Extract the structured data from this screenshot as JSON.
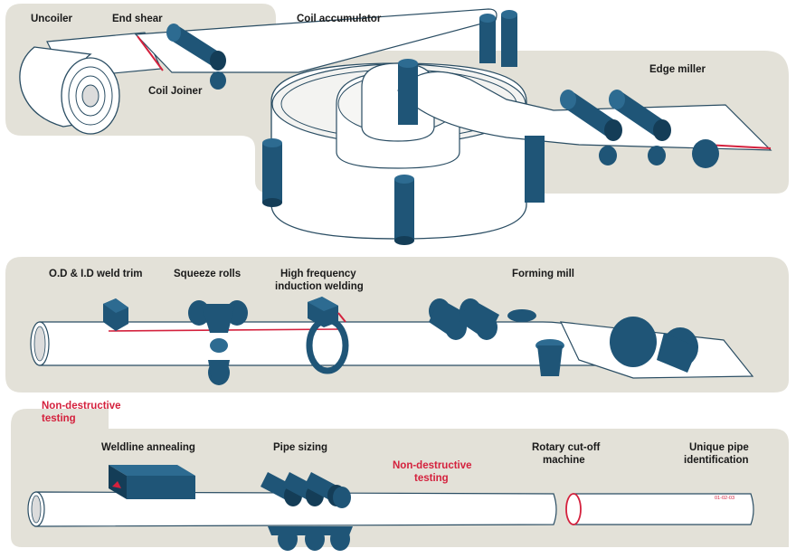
{
  "colors": {
    "background_band": "#e3e1d8",
    "roller_blue": "#1f5577",
    "roller_dark": "#143d57",
    "strip_white": "#ffffff",
    "outline": "#2a4d63",
    "weld_red": "#d4213d"
  },
  "stage1": {
    "uncoiler": "Uncoiler",
    "end_shear": "End  shear",
    "coil_joiner": "Coil Joiner",
    "coil_accumulator": "Coil accumulator",
    "edge_miller": "Edge miller"
  },
  "stage2": {
    "weld_trim": "O.D & I.D weld trim",
    "squeeze_rolls": "Squeeze rolls",
    "hf_welding_line1": "High frequency",
    "hf_welding_line2": "induction welding",
    "forming_mill": "Forming mill"
  },
  "stage3": {
    "ndt_top_line1": "Non-destructive",
    "ndt_top_line2": "testing",
    "weldline_annealing": "Weldline annealing",
    "pipe_sizing": "Pipe sizing",
    "ndt_line1": "Non-destructive",
    "ndt_line2": "testing",
    "rotary_line1": "Rotary cut-off",
    "rotary_line2": "machine",
    "unique_line1": "Unique pipe",
    "unique_line2": "identification",
    "pipe_id_mark": "01-02-03"
  }
}
